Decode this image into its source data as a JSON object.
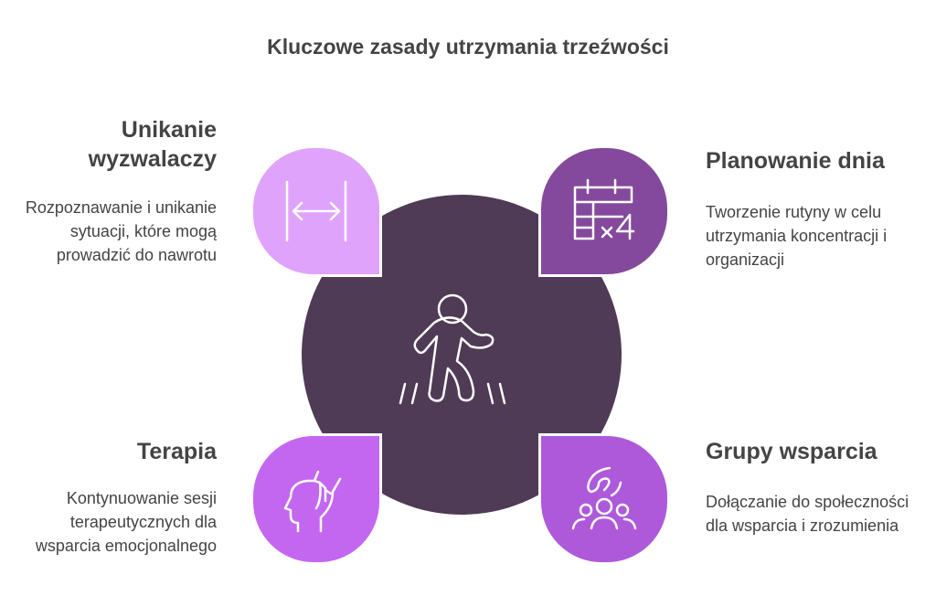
{
  "title": "Kluczowe zasady utrzymania trzeźwości",
  "colors": {
    "center": "#4F3B56",
    "avoid": "#E0A3FC",
    "plan": "#84499C",
    "therapy": "#C467F0",
    "groups": "#AE59DA"
  },
  "center_icon": "walking-person-icon",
  "items": [
    {
      "heading": "Unikanie wyzwalaczy",
      "description": "Rozpoznawanie i unikanie sytuacji, które mogą prowadzić do nawrotu",
      "icon": "distance-arrows-icon"
    },
    {
      "heading": "Planowanie dnia",
      "description": "Tworzenie rutyny w celu utrzymania koncentracji i organizacji",
      "icon": "calendar-x4-icon"
    },
    {
      "heading": "Terapia",
      "description": "Kontynuowanie sesji terapeutycznych dla wsparcia emocjonalnego",
      "icon": "head-hand-icon"
    },
    {
      "heading": "Grupy wsparcia",
      "description": "Dołączanie do społeczności dla wsparcia i zrozumienia",
      "icon": "group-support-icon"
    }
  ]
}
